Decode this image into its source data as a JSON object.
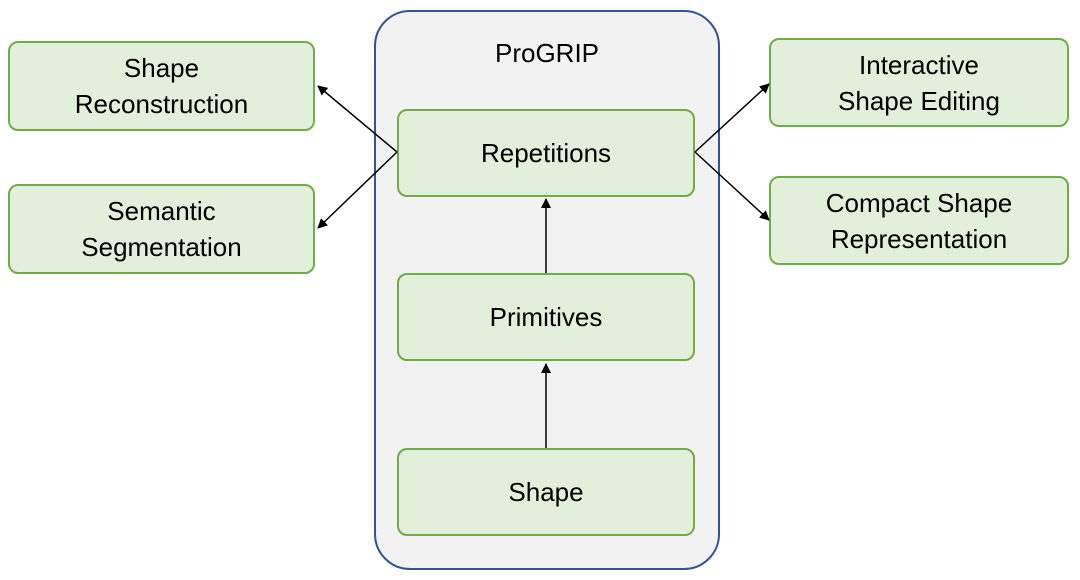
{
  "diagram": {
    "container_title": "ProGRIP",
    "nodes": {
      "repetitions": "Repetitions",
      "primitives": "Primitives",
      "shape": "Shape",
      "reconstruction": [
        "Shape",
        "Reconstruction"
      ],
      "semantic": [
        "Semantic",
        "Segmentation"
      ],
      "interactive": [
        "Interactive",
        "Shape Editing"
      ],
      "compact": [
        "Compact Shape",
        "Representation"
      ]
    },
    "edges": [
      {
        "from": "shape",
        "to": "primitives"
      },
      {
        "from": "primitives",
        "to": "repetitions"
      },
      {
        "from": "repetitions",
        "to": "reconstruction"
      },
      {
        "from": "repetitions",
        "to": "semantic"
      },
      {
        "from": "repetitions",
        "to": "interactive"
      },
      {
        "from": "repetitions",
        "to": "compact"
      }
    ],
    "colors": {
      "container_fill": "#f2f2f2",
      "container_border": "#2f5597",
      "node_fill": "#e2efda",
      "node_border": "#70ad47",
      "arrow": "#000000"
    }
  }
}
